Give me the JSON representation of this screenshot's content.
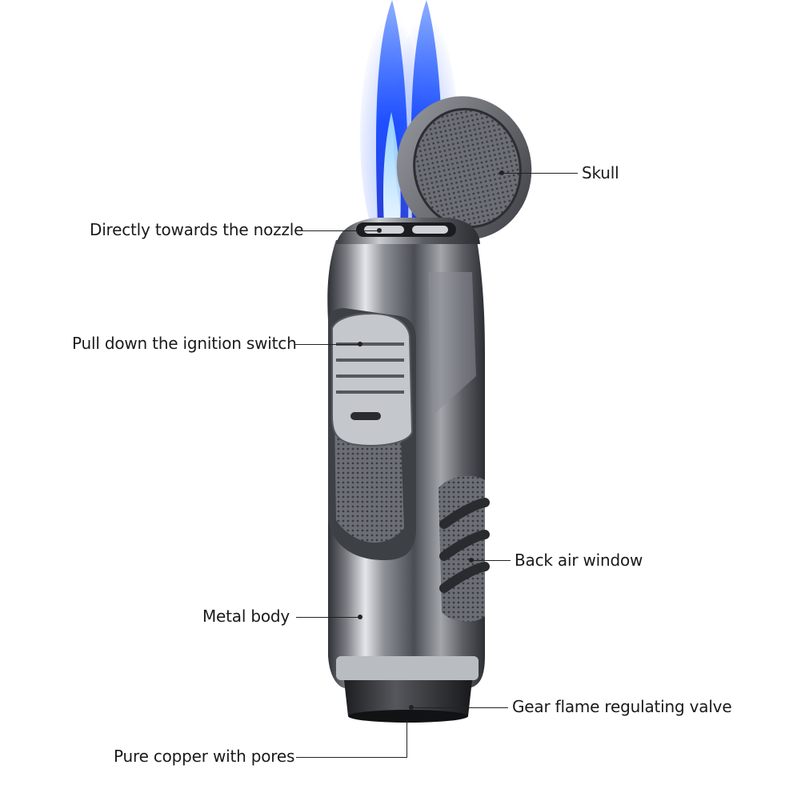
{
  "labels": {
    "skull": "Skull",
    "nozzle": "Directly towards the nozzle",
    "ignition": "Pull down the ignition switch",
    "air_window": "Back air window",
    "metal_body": "Metal body",
    "gear_valve": "Gear flame regulating valve",
    "copper": "Pure copper with pores"
  },
  "colors": {
    "flame_outer": "#1f4fff",
    "flame_inner": "#cfe8ff",
    "metal_dark": "#3b3e44",
    "metal_light": "#d9dbdf",
    "base": "#2a2b2e"
  }
}
